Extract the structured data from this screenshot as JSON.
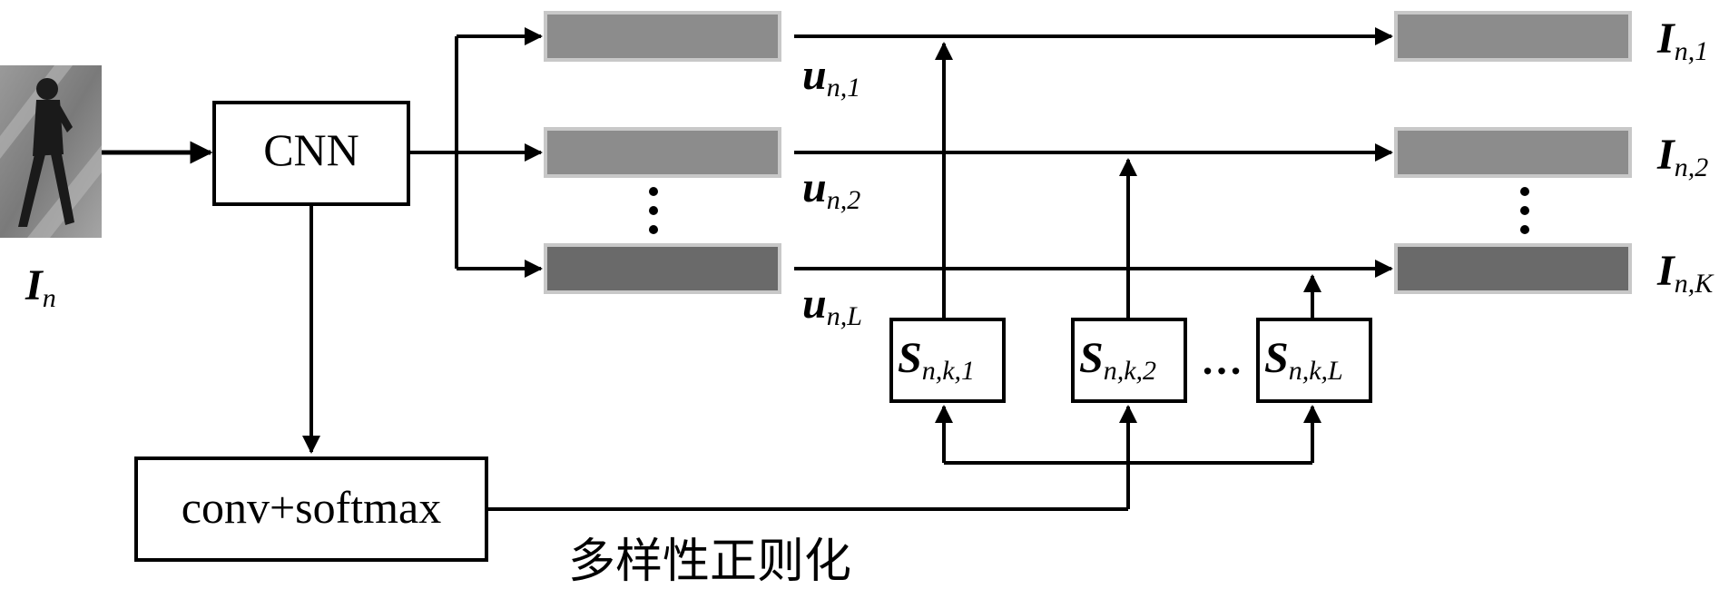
{
  "input": {
    "label_main": "I",
    "label_sub": "n",
    "image_icon": "pedestrian-image-icon"
  },
  "boxes": {
    "cnn": "CNN",
    "conv_softmax": "conv+softmax"
  },
  "features": [
    {
      "main": "u",
      "sub": "n,1"
    },
    {
      "main": "u",
      "sub": "n,2"
    },
    {
      "main": "u",
      "sub": "n,L"
    }
  ],
  "selectors": [
    {
      "main": "S",
      "sub": "n,k,1"
    },
    {
      "main": "S",
      "sub": "n,k,2"
    },
    {
      "main": "S",
      "sub": "n,k,L"
    }
  ],
  "outputs": [
    {
      "main": "I",
      "sub": "n,1"
    },
    {
      "main": "I",
      "sub": "n,2"
    },
    {
      "main": "I",
      "sub": "n,K"
    }
  ],
  "ellipsis": "…",
  "regularization_label": "多样性正则化",
  "colors": {
    "bar_light": "#8c8c8c",
    "bar_dark": "#6a6a6a",
    "bar_border": "#c8c8c8",
    "line": "#000000"
  }
}
